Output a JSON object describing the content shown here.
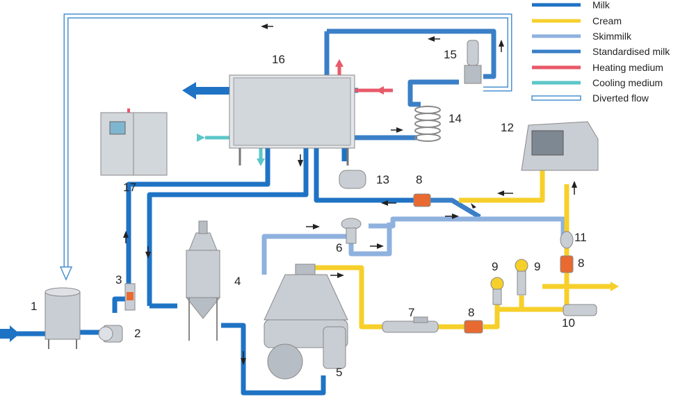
{
  "legend": [
    {
      "label": "Milk",
      "color": "#1f73c4",
      "style": "solid"
    },
    {
      "label": "Cream",
      "color": "#f6cf2a",
      "style": "solid"
    },
    {
      "label": "Skimmilk",
      "color": "#8fb1de",
      "style": "solid"
    },
    {
      "label": "Standardised milk",
      "color": "#3a7fc7",
      "style": "solid"
    },
    {
      "label": "Heating medium",
      "color": "#e85a6a",
      "style": "solid"
    },
    {
      "label": "Cooling medium",
      "color": "#5cc6c8",
      "style": "solid"
    },
    {
      "label": "Diverted flow",
      "color": "#4a90d0",
      "style": "outline"
    }
  ],
  "components": {
    "c1": "1",
    "c2": "2",
    "c3": "3",
    "c4": "4",
    "c5": "5",
    "c6": "6",
    "c7": "7",
    "c8a": "8",
    "c8b": "8",
    "c8c": "8",
    "c9a": "9",
    "c9b": "9",
    "c10": "10",
    "c11": "11",
    "c12": "12",
    "c13": "13",
    "c14": "14",
    "c15": "15",
    "c16": "16",
    "c17": "17"
  },
  "colors": {
    "milk": "#1f73c4",
    "cream": "#f6cf2a",
    "skim": "#8fb1de",
    "std": "#3a7fc7",
    "heat": "#e85a6a",
    "cool": "#5cc6c8",
    "steel": "#c9ced4"
  }
}
